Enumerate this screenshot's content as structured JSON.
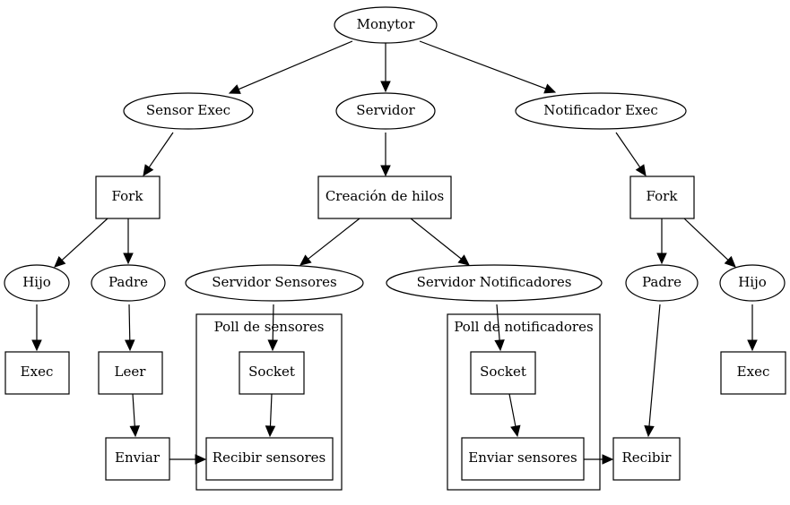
{
  "nodes": {
    "monytor": "Monytor",
    "sensor_exec": "Sensor Exec",
    "servidor": "Servidor",
    "notificador_exec": "Notificador Exec",
    "fork_left": "Fork",
    "creacion_hilos": "Creación de hilos",
    "fork_right": "Fork",
    "hijo_left": "Hijo",
    "padre_left": "Padre",
    "servidor_sensores": "Servidor Sensores",
    "servidor_notificadores": "Servidor Notificadores",
    "padre_right": "Padre",
    "hijo_right": "Hijo",
    "exec_left": "Exec",
    "leer": "Leer",
    "socket_sensores": "Socket",
    "socket_notificadores": "Socket",
    "exec_right": "Exec",
    "enviar": "Enviar",
    "recibir_sensores": "Recibir sensores",
    "enviar_sensores": "Enviar sensores",
    "recibir": "Recibir"
  },
  "clusters": {
    "poll_sensores": "Poll de sensores",
    "poll_notificadores": "Poll de notificadores"
  },
  "edges": [
    [
      "monytor",
      "sensor_exec"
    ],
    [
      "monytor",
      "servidor"
    ],
    [
      "monytor",
      "notificador_exec"
    ],
    [
      "sensor_exec",
      "fork_left"
    ],
    [
      "servidor",
      "creacion_hilos"
    ],
    [
      "notificador_exec",
      "fork_right"
    ],
    [
      "fork_left",
      "hijo_left"
    ],
    [
      "fork_left",
      "padre_left"
    ],
    [
      "creacion_hilos",
      "servidor_sensores"
    ],
    [
      "creacion_hilos",
      "servidor_notificadores"
    ],
    [
      "fork_right",
      "padre_right"
    ],
    [
      "fork_right",
      "hijo_right"
    ],
    [
      "hijo_left",
      "exec_left"
    ],
    [
      "padre_left",
      "leer"
    ],
    [
      "servidor_sensores",
      "socket_sensores"
    ],
    [
      "servidor_notificadores",
      "socket_notificadores"
    ],
    [
      "hijo_right",
      "exec_right"
    ],
    [
      "leer",
      "enviar"
    ],
    [
      "socket_sensores",
      "recibir_sensores"
    ],
    [
      "socket_notificadores",
      "enviar_sensores"
    ],
    [
      "padre_right",
      "recibir"
    ],
    [
      "enviar",
      "recibir_sensores"
    ],
    [
      "enviar_sensores",
      "recibir"
    ]
  ]
}
